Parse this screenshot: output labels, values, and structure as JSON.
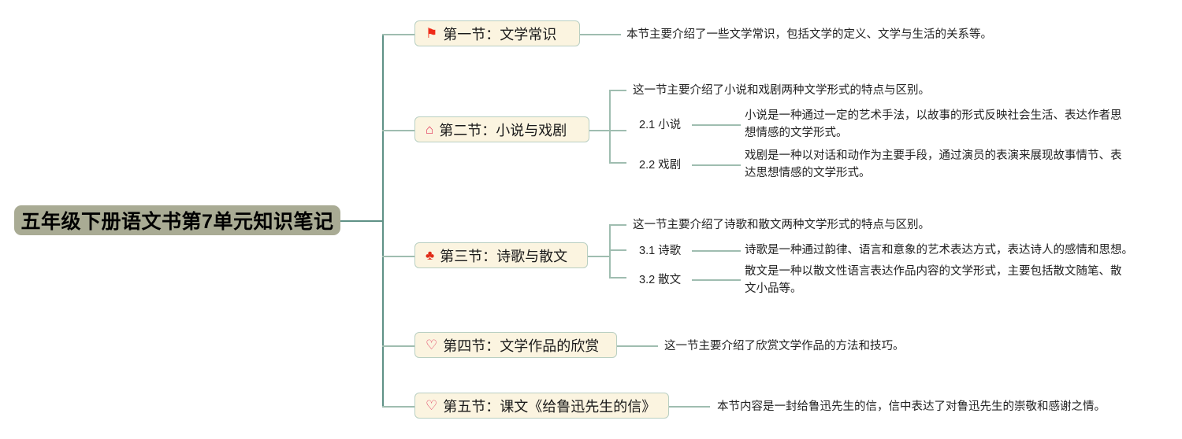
{
  "root": {
    "label": "五年级下册语文书第7单元知识笔记",
    "bg_color": "#a9ab94"
  },
  "theme": {
    "node_bg": "#fbf4e0",
    "node_border": "#b9cfc2",
    "trunk_color": "#5f9186",
    "branch_color": "#9fbdb0",
    "text_color": "#222222"
  },
  "branches": [
    {
      "icon": "flag-icon",
      "icon_glyph": "⚑",
      "label": "第一节：文学常识",
      "details": [
        {
          "text": "本节主要介绍了一些文学常识，包括文学的定义、文学与生活的关系等。"
        }
      ],
      "children": []
    },
    {
      "icon": "house-icon",
      "icon_glyph": "⌂",
      "label": "第二节：小说与戏剧",
      "details": [
        {
          "text": "这一节主要介绍了小说和戏剧两种文学形式的特点与区别。"
        }
      ],
      "children": [
        {
          "label": "2.1 小说",
          "text": "小说是一种通过一定的艺术手法，以故事的形式反映社会生活、表达作者思想情感的文学形式。"
        },
        {
          "label": "2.2 戏剧",
          "text": "戏剧是一种以对话和动作为主要手段，通过演员的表演来展现故事情节、表达思想情感的文学形式。"
        }
      ]
    },
    {
      "icon": "fire-icon",
      "icon_glyph": "♣",
      "label": "第三节：诗歌与散文",
      "details": [
        {
          "text": "这一节主要介绍了诗歌和散文两种文学形式的特点与区别。"
        }
      ],
      "children": [
        {
          "label": "3.1 诗歌",
          "text": "诗歌是一种通过韵律、语言和意象的艺术表达方式，表达诗人的感情和思想。"
        },
        {
          "label": "3.2 散文",
          "text": "散文是一种以散文性语言表达作品内容的文学形式，主要包括散文随笔、散文小品等。"
        }
      ]
    },
    {
      "icon": "heart-icon",
      "icon_glyph": "♡",
      "label": "第四节：文学作品的欣赏",
      "details": [
        {
          "text": "这一节主要介绍了欣赏文学作品的方法和技巧。"
        }
      ],
      "children": []
    },
    {
      "icon": "heart-icon",
      "icon_glyph": "♡",
      "label": "第五节：课文《给鲁迅先生的信》",
      "details": [
        {
          "text": "本节内容是一封给鲁迅先生的信，信中表达了对鲁迅先生的崇敬和感谢之情。"
        }
      ],
      "children": []
    }
  ]
}
